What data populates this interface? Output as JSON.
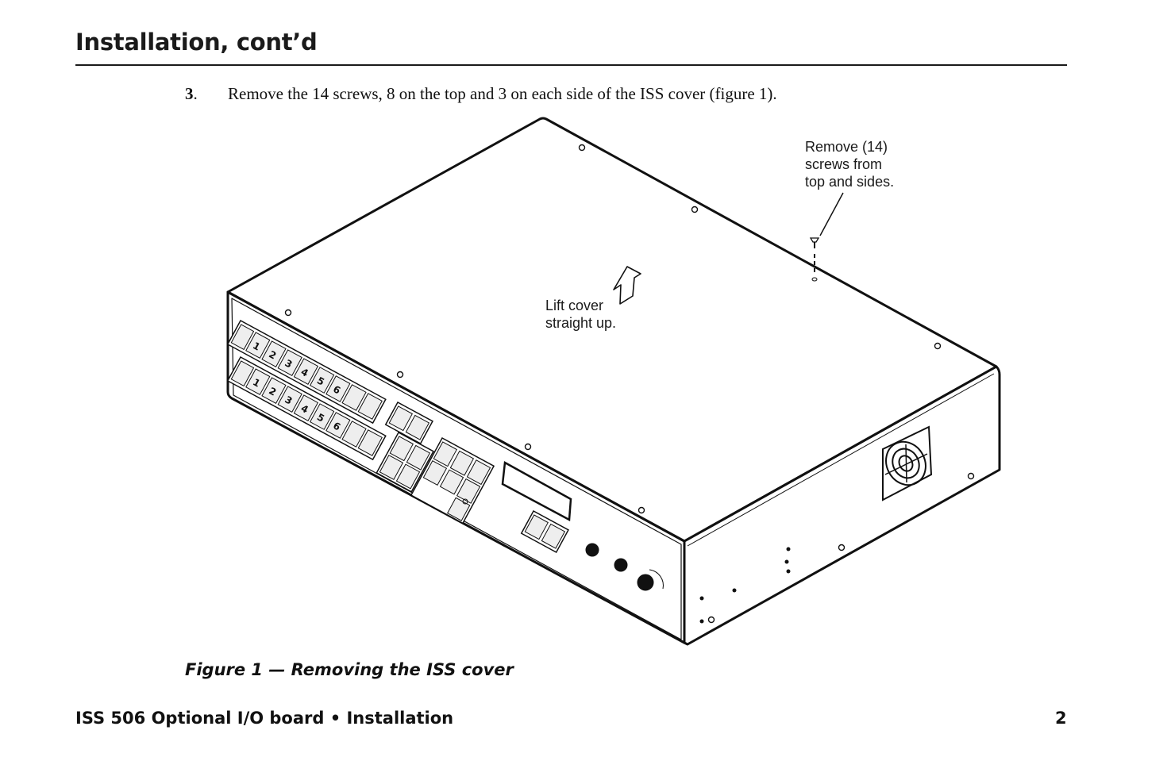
{
  "header": {
    "title": "Installation, cont’d"
  },
  "step": {
    "number": "3",
    "dot": ".",
    "text": "Remove the 14 screws, 8 on the top and 3 on each side of the ISS cover (figure 1)."
  },
  "figure": {
    "callout_screws": [
      "Remove (14)",
      "screws from",
      "top and sides."
    ],
    "callout_lift": [
      "Lift cover",
      "straight up."
    ],
    "caption": "Figure 1 — Removing the ISS cover"
  },
  "footer": {
    "title": "ISS 506 Optional I/O board • Installation",
    "page": "2"
  }
}
